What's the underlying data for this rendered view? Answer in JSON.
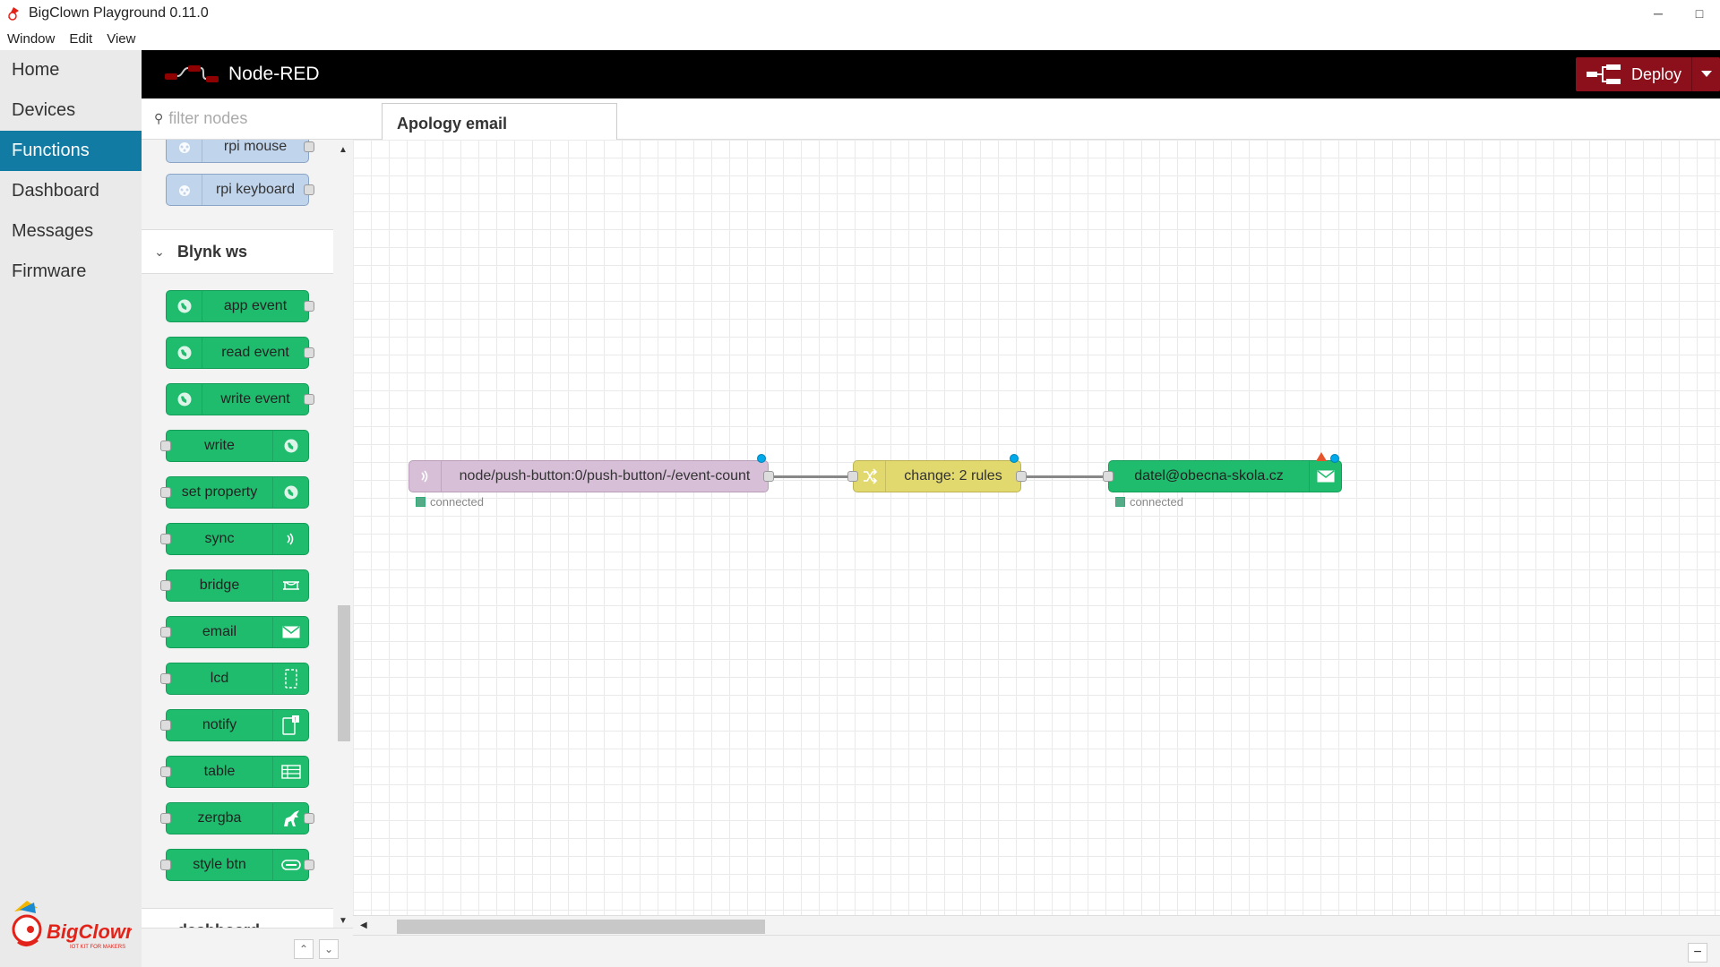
{
  "window": {
    "title": "BigClown Playground 0.11.0",
    "menu": [
      "Window",
      "Edit",
      "View"
    ],
    "controls": {
      "minimize": "─",
      "maximize": "□"
    }
  },
  "leftnav": {
    "items": [
      "Home",
      "Devices",
      "Functions",
      "Dashboard",
      "Messages",
      "Firmware"
    ],
    "active": "Functions",
    "logo_text": "BigClown",
    "logo_tagline": "IOT KIT FOR MAKERS"
  },
  "nodered": {
    "title": "Node-RED",
    "deploy_label": "Deploy",
    "accent": "#8c101c"
  },
  "palette": {
    "filter_placeholder": "filter nodes",
    "rpi_nodes": [
      "rpi mouse",
      "rpi keyboard"
    ],
    "category_blynk": "Blynk ws",
    "blynk_nodes": [
      "app event",
      "read event",
      "write event",
      "write",
      "set property",
      "sync",
      "bridge",
      "email",
      "lcd",
      "notify",
      "table",
      "zergba",
      "style btn"
    ],
    "category_dashboard": "dashboard"
  },
  "workspace": {
    "tab_label": "Apology email",
    "nodes": {
      "mqtt": {
        "label": "node/push-button:0/push-button/-/event-count",
        "status": "connected"
      },
      "change": {
        "label": "change: 2 rules"
      },
      "email": {
        "label": "datel@obecna-skola.cz",
        "status": "connected"
      }
    }
  },
  "colors": {
    "nav_active": "#127ba3",
    "blynk_green": "#1fbc6e",
    "mqtt_purple": "#d8bfd8",
    "change_yellow": "#e2d96e"
  }
}
